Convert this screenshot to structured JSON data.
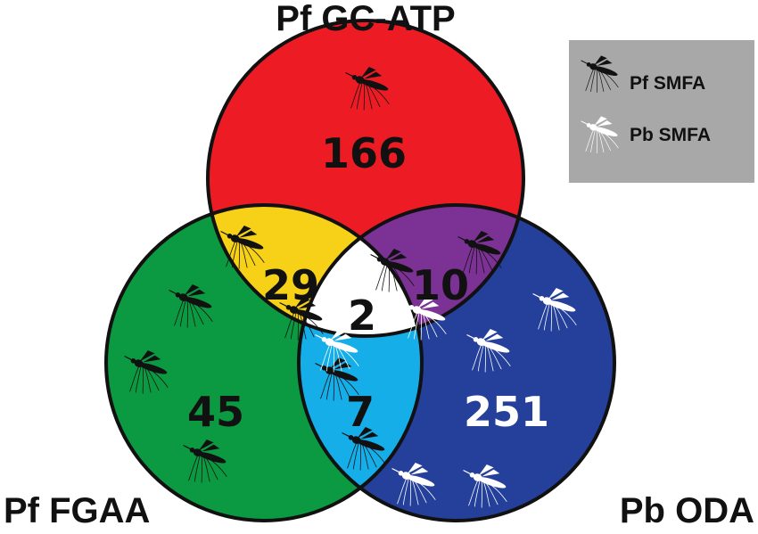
{
  "sets": {
    "top": {
      "label": "Pf GC-ATP"
    },
    "left": {
      "label": "Pf FGAA"
    },
    "right": {
      "label": "Pb ODA"
    }
  },
  "regions": {
    "top_only": "166",
    "left_only": "45",
    "right_only": "251",
    "top_left": "29",
    "top_right": "10",
    "left_right": "7",
    "all_three": "2"
  },
  "legend": {
    "pf_smfa": "Pf SMFA",
    "pb_smfa": "Pb SMFA"
  },
  "colors": {
    "top": "#ed1c24",
    "left": "#0b9a42",
    "right": "#24409a",
    "top_left": "#f7d117",
    "top_right": "#7b3294",
    "left_right": "#16aee9",
    "center": "#ffffff",
    "legend_bg": "#a8a8a8",
    "pf_mosquito": "#111111",
    "pb_mosquito": "#ffffff"
  },
  "icons": {
    "pf_mosquito": "mosquito-black-icon",
    "pb_mosquito": "mosquito-white-icon"
  }
}
